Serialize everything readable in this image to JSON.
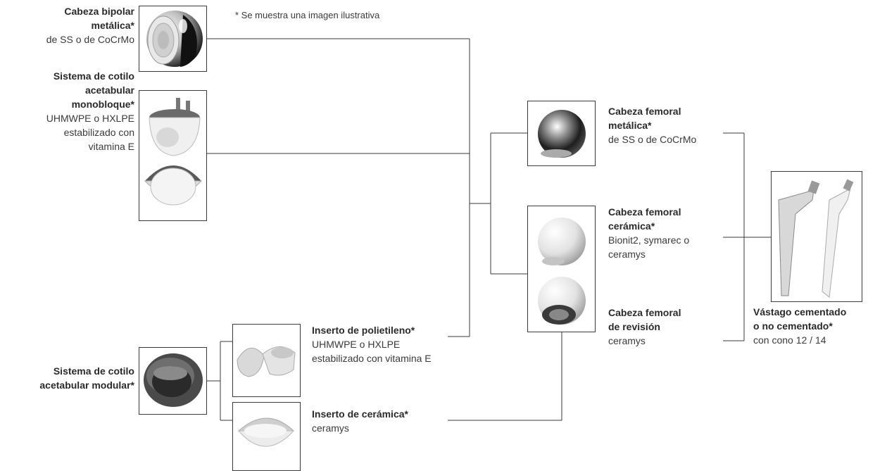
{
  "note": "* Se muestra una imagen ilustrativa",
  "components": {
    "bipolar_head": {
      "title": [
        "Cabeza bipolar",
        "metálica*"
      ],
      "desc": [
        "de SS o de CoCrMo"
      ],
      "image_icon": "bipolar-head-icon"
    },
    "mono_cup": {
      "title": [
        "Sistema de cotilo",
        "acetabular",
        "monobloque*"
      ],
      "desc": [
        "UHMWPE o HXLPE",
        "estabilizado con",
        "vitamina E"
      ],
      "image_icon": "monobloc-cup-icon"
    },
    "modular_cup": {
      "title": [
        "Sistema de cotilo",
        "acetabular modular*"
      ],
      "desc": [],
      "image_icon": "modular-cup-icon"
    },
    "poly_insert": {
      "title": [
        "Inserto de polietileno*"
      ],
      "desc": [
        "UHMWPE o HXLPE",
        "estabilizado con vitamina E"
      ],
      "image_icon": "poly-insert-icon"
    },
    "ceramic_insert": {
      "title": [
        "Inserto de cerámica*"
      ],
      "desc": [
        "ceramys"
      ],
      "image_icon": "ceramic-insert-icon"
    },
    "femoral_metal": {
      "title": [
        "Cabeza femoral",
        "metálica*"
      ],
      "desc": [
        "de SS o de CoCrMo"
      ],
      "image_icon": "metal-femoral-head-icon"
    },
    "femoral_ceramic": {
      "title": [
        "Cabeza femoral",
        "cerámica*"
      ],
      "desc": [
        "Bionit2, symarec o",
        "ceramys"
      ],
      "image_icon": "ceramic-femoral-head-icon"
    },
    "femoral_revision": {
      "title": [
        "Cabeza femoral",
        "de revisión"
      ],
      "desc": [
        "ceramys"
      ],
      "image_icon": "revision-femoral-head-icon"
    },
    "stem": {
      "title": [
        "Vástago cementado",
        "o no cementado*"
      ],
      "desc": [
        "con cono 12 / 14"
      ],
      "image_icon": "femoral-stem-icon"
    }
  }
}
